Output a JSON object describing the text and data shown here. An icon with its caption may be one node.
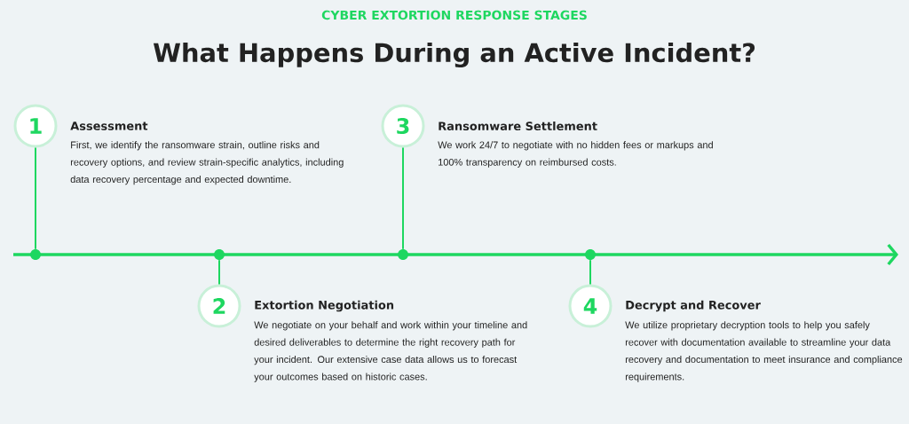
{
  "diagram": {
    "title": "What Happens During an Active Incident?",
    "nodes": [
      {
        "text": [
          "1"
        ],
        "beside": [
          "Assessment",
          "First, we identify the ransomware strain, outline risks and recovery options, and review strain-specific analytics, including data recovery percentage and expected downtime."
        ]
      },
      {
        "text": [
          "2"
        ],
        "beside": [
          "Extortion Negotiation",
          "We negotiate on your behalf and work within your timeline and desired deliverables to determine the right recovery path for your incident. Our extensive case data allows us to forecast your outcomes based on historic cases."
        ]
      },
      {
        "text": [
          "3"
        ],
        "beside": [
          "Ransomware Settlement",
          "We work 24/7 to negotiate with no hidden fees or markups and 100% transparency on reimbursed costs."
        ]
      },
      {
        "text": [
          "4"
        ],
        "beside": [
          "Decrypt and Recover",
          "We utilize proprietary decryption tools to help you safely recover with documentation available to streamline your data recovery and documentation to meet insurance and compliance requirements."
        ]
      },
      {
        "text": [],
        "shape": "circle"
      },
      {
        "text": [],
        "shape": "circle"
      },
      {
        "text": [],
        "shape": "circle"
      },
      {
        "text": [],
        "shape": "circle"
      }
    ],
    "edges": [
      {
        "from": 0,
        "to": 4,
        "arrow": "none"
      },
      {
        "from": 1,
        "to": 5,
        "arrow": "none"
      },
      {
        "from": 2,
        "to": 6,
        "arrow": "none"
      },
      {
        "from": 3,
        "to": 7,
        "arrow": "none"
      }
    ],
    "labels": [
      "CYBER EXTORTION RESPONSE STAGES"
    ]
  }
}
